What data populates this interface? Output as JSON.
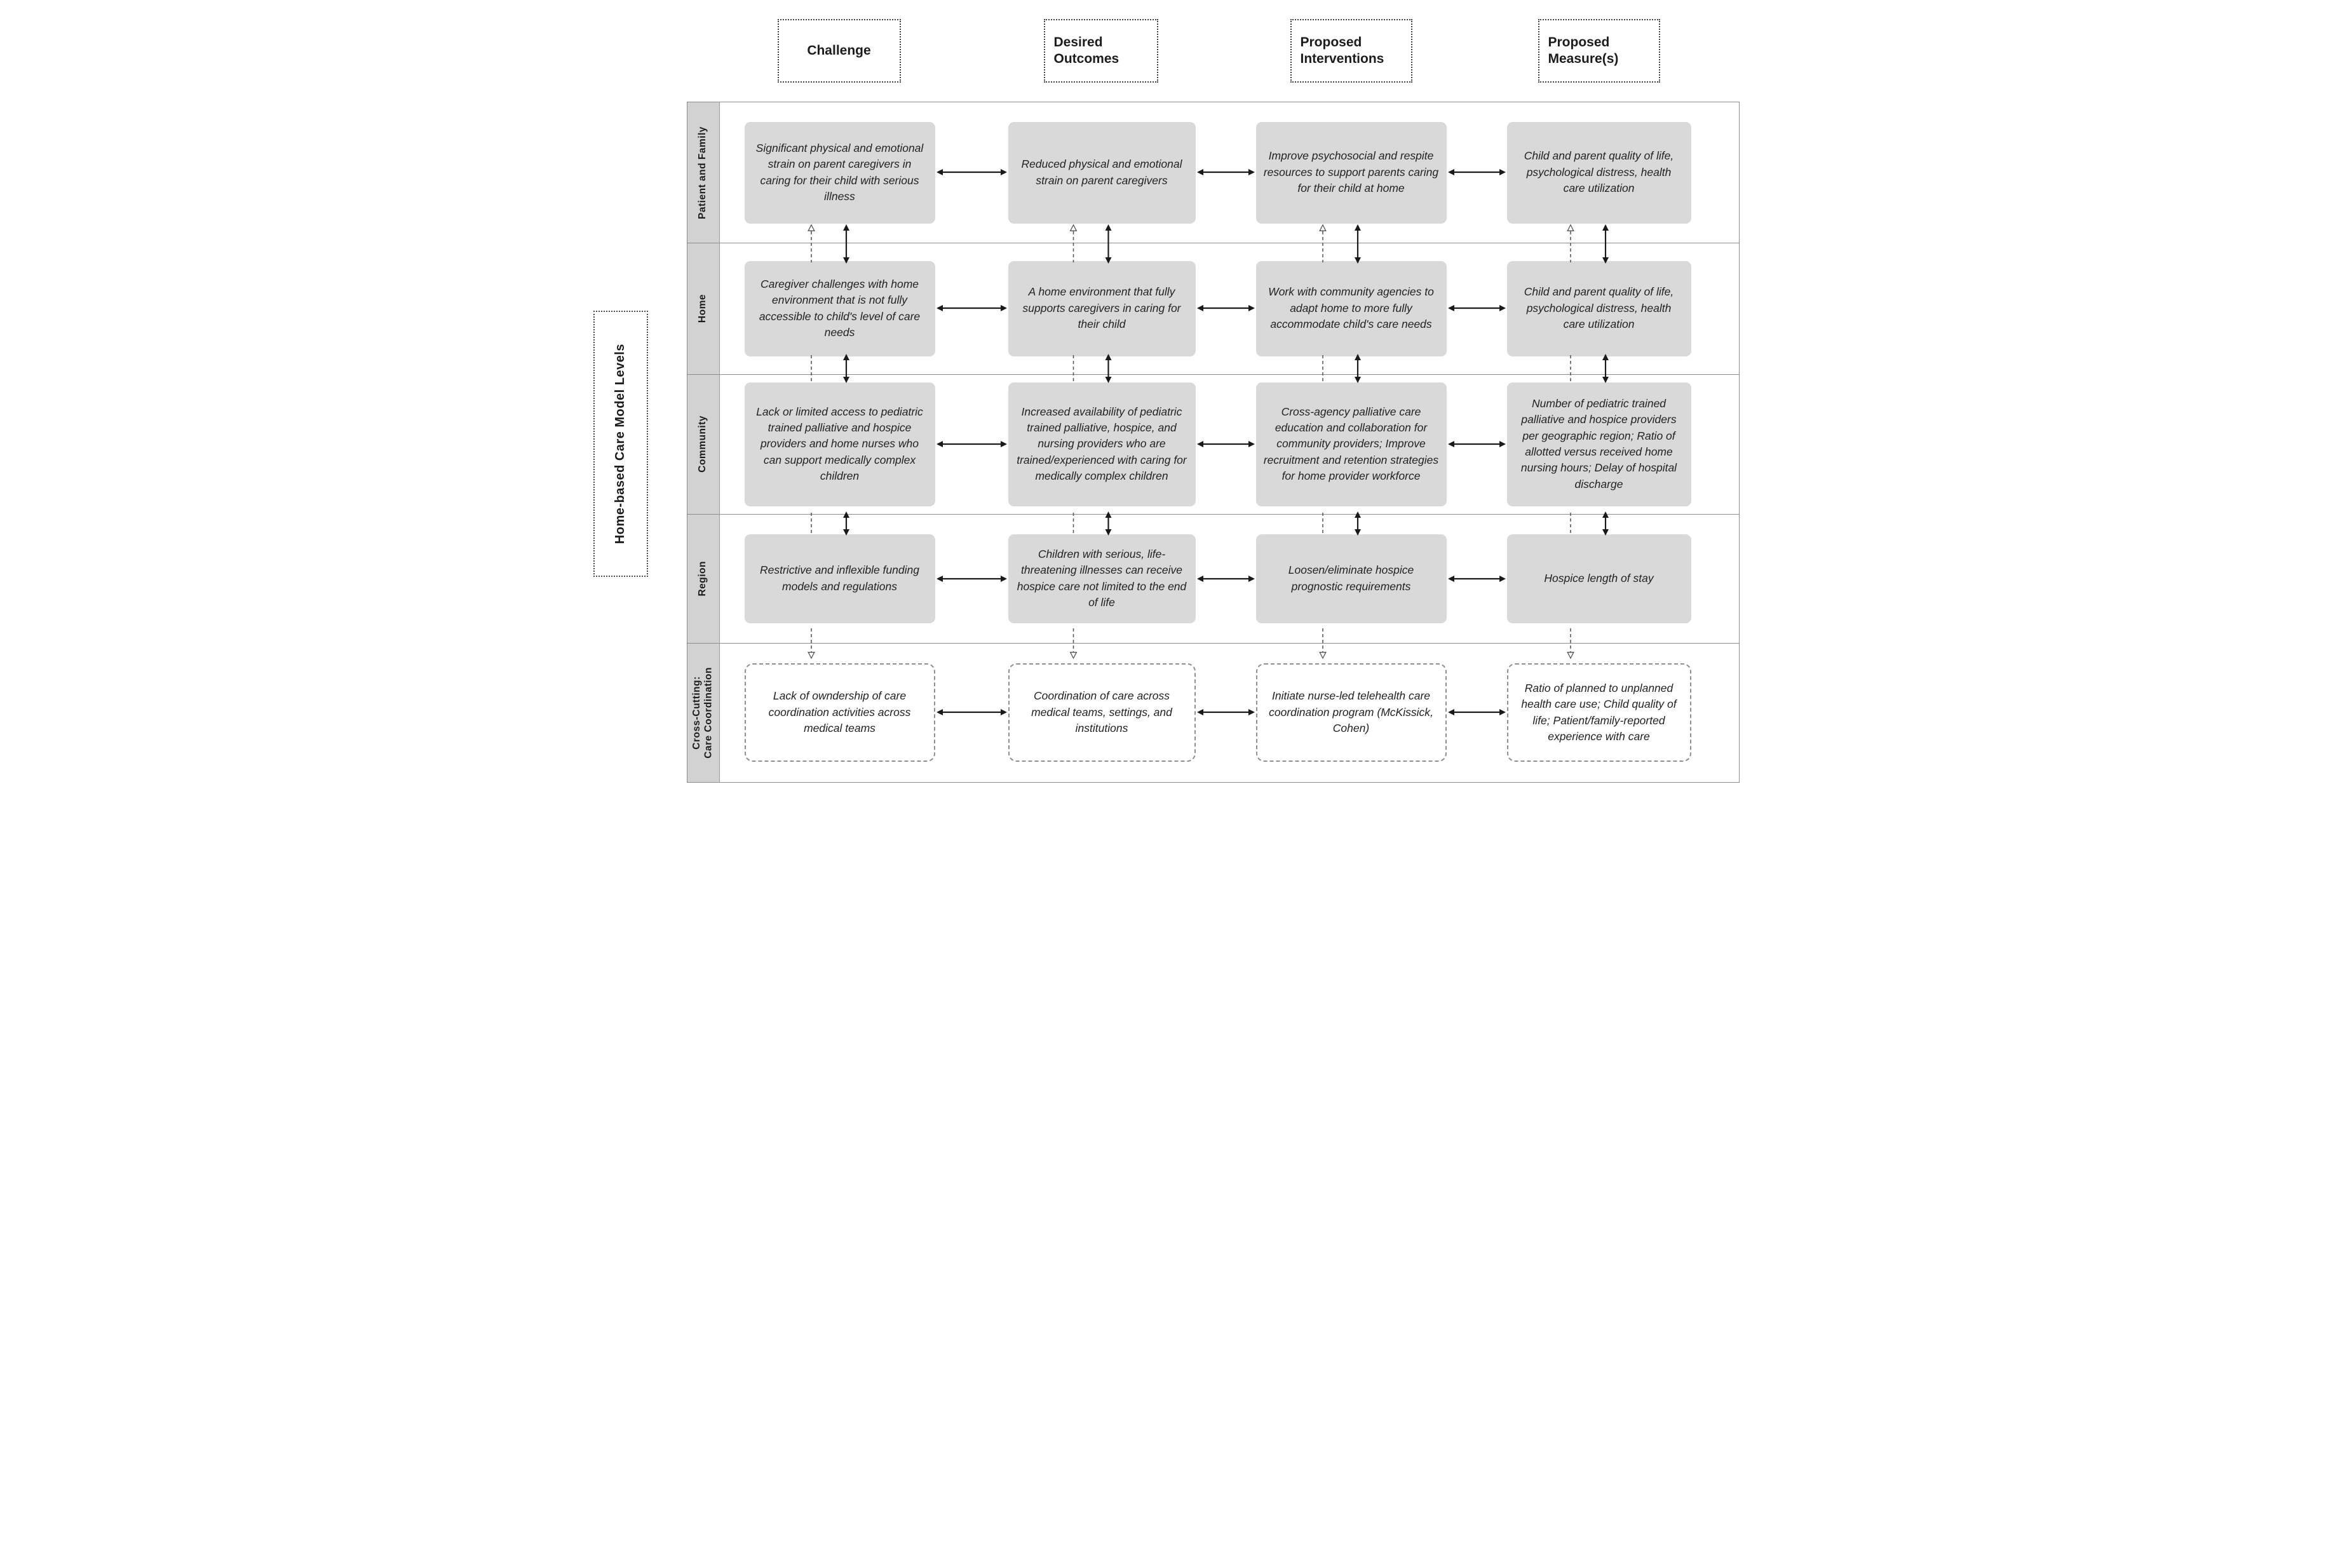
{
  "side_label": "Home-based Care Model Levels",
  "columns": [
    {
      "label": "Challenge"
    },
    {
      "label": "Desired Outcomes"
    },
    {
      "label": "Proposed Interventions"
    },
    {
      "label": "Proposed Measure(s)"
    }
  ],
  "rows": [
    {
      "label": "Patient and Family",
      "cells": {
        "challenge": "Significant physical and emotional strain on parent caregivers in caring for their child with serious illness",
        "desired_outcomes": "Reduced physical and emotional strain on parent caregivers",
        "proposed_interventions": "Improve psychosocial and respite resources to support parents caring for their child at home",
        "proposed_measures": "Child and parent quality of life, psychological distress, health care utilization"
      }
    },
    {
      "label": "Home",
      "cells": {
        "challenge": "Caregiver challenges with home environment that is not fully accessible to child's level of care needs",
        "desired_outcomes": "A home environment that fully supports caregivers in caring for their child",
        "proposed_interventions": "Work with community agencies to adapt home to more fully accommodate child's care needs",
        "proposed_measures": "Child and parent quality of life, psychological distress, health care utilization"
      }
    },
    {
      "label": "Community",
      "cells": {
        "challenge": "Lack or limited access to pediatric trained palliative and hospice providers and home nurses who can support medically complex children",
        "desired_outcomes": "Increased availability of pediatric trained palliative, hospice, and nursing providers who are trained/experienced with caring for medically complex children",
        "proposed_interventions": "Cross-agency palliative care education and collaboration for community providers; Improve recruitment and retention strategies for home provider workforce",
        "proposed_measures": "Number of pediatric trained palliative and hospice providers per geographic region; Ratio of allotted versus received home nursing hours; Delay of hospital discharge"
      }
    },
    {
      "label": "Region",
      "cells": {
        "challenge": "Restrictive and inflexible funding models and regulations",
        "desired_outcomes": "Children with serious, life-threatening illnesses can receive hospice care not limited to the end of life",
        "proposed_interventions": "Loosen/eliminate hospice prognostic requirements",
        "proposed_measures": "Hospice length of stay"
      }
    },
    {
      "label": "Cross-Cutting:\nCare Coordination",
      "cells": {
        "challenge": "Lack of owndership of care coordination activities across medical teams",
        "desired_outcomes": "Coordination of care across medical teams, settings, and institutions",
        "proposed_interventions": "Initiate nurse-led telehealth care coordination program (McKissick, Cohen)",
        "proposed_measures": "Ratio of planned to unplanned health care use; Child quality of life; Patient/family-reported experience with care"
      }
    }
  ],
  "colors": {
    "box_fill": "#d9d9d9",
    "row_label_strip_fill": "#d2d2d2",
    "arrow_solid": "#1a1a1a",
    "arrow_dashed": "#5a5a5a"
  }
}
